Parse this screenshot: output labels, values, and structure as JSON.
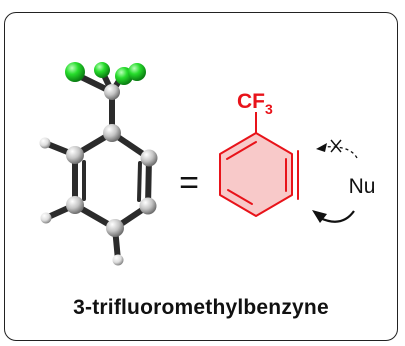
{
  "equation": {
    "equals": "=",
    "substituent": "CF",
    "substituent_subscript": "3",
    "nucleophile": "Nu"
  },
  "caption": "3-trifluoromethylbenzyne",
  "colors": {
    "highlight": "#e8131a",
    "ring_fill": "#f8c9c9",
    "bond": "#2b2b2b",
    "fluorine": "#22d62a",
    "carbon": "#c9c9c9",
    "hydrogen": "#d9d9d9",
    "frame": "#222222"
  },
  "icons": {
    "blocked_arrow": "dashed-arrow-with-cross-icon",
    "attack_arrow": "curved-arrow-icon"
  }
}
